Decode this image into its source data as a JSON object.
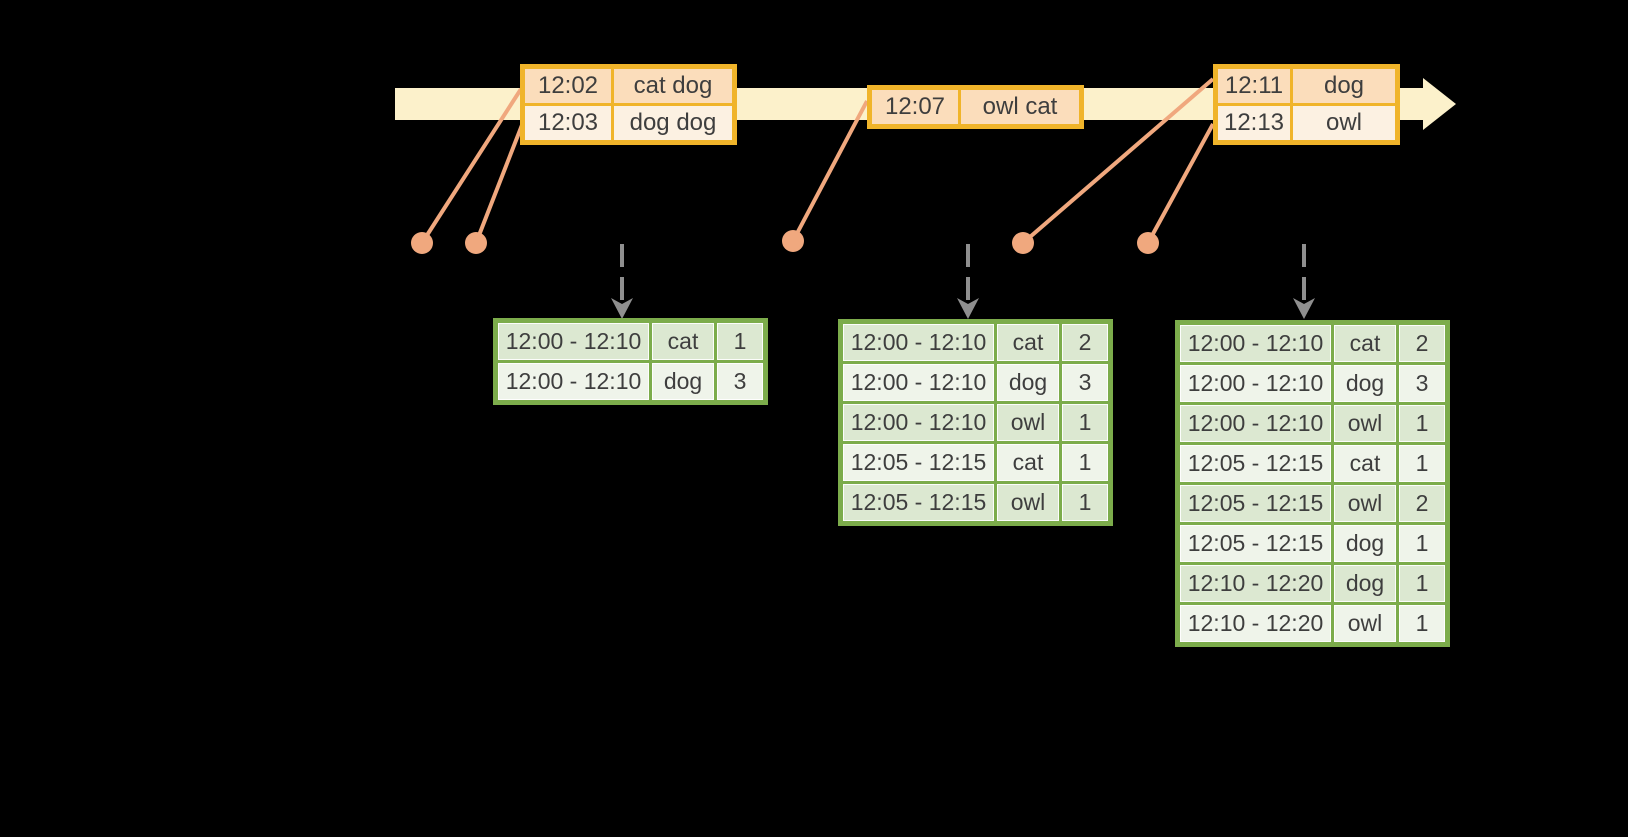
{
  "colors": {
    "background": "#000000",
    "timeline_band": "#FCF1CB",
    "event_box_border": "#F0B42A",
    "event_row_peach": "#FBDDBB",
    "event_row_cream": "#FCF1E2",
    "connector_salmon": "#F0A87E",
    "trigger_arrow_gray": "#8F8F8F",
    "result_border_green": "#7CAC4B",
    "result_row_dark": "#DCE8D1",
    "result_row_light": "#EFF4EA",
    "text": "#3E3E3E"
  },
  "timeline": {
    "event_boxes": [
      {
        "rows": [
          {
            "time": "12:02",
            "words": "cat dog"
          },
          {
            "time": "12:03",
            "words": "dog dog"
          }
        ]
      },
      {
        "rows": [
          {
            "time": "12:07",
            "words": "owl cat"
          }
        ]
      },
      {
        "rows": [
          {
            "time": "12:11",
            "words": "dog"
          },
          {
            "time": "12:13",
            "words": "owl"
          }
        ]
      }
    ]
  },
  "result_tables": [
    {
      "rows": [
        {
          "window": "12:00 - 12:10",
          "word": "cat",
          "count": "1"
        },
        {
          "window": "12:00 - 12:10",
          "word": "dog",
          "count": "3"
        }
      ]
    },
    {
      "rows": [
        {
          "window": "12:00 - 12:10",
          "word": "cat",
          "count": "2"
        },
        {
          "window": "12:00 - 12:10",
          "word": "dog",
          "count": "3"
        },
        {
          "window": "12:00 - 12:10",
          "word": "owl",
          "count": "1"
        },
        {
          "window": "12:05 - 12:15",
          "word": "cat",
          "count": "1"
        },
        {
          "window": "12:05 - 12:15",
          "word": "owl",
          "count": "1"
        }
      ]
    },
    {
      "rows": [
        {
          "window": "12:00 - 12:10",
          "word": "cat",
          "count": "2"
        },
        {
          "window": "12:00 - 12:10",
          "word": "dog",
          "count": "3"
        },
        {
          "window": "12:00 - 12:10",
          "word": "owl",
          "count": "1"
        },
        {
          "window": "12:05 - 12:15",
          "word": "cat",
          "count": "1"
        },
        {
          "window": "12:05 - 12:15",
          "word": "owl",
          "count": "2"
        },
        {
          "window": "12:05 - 12:15",
          "word": "dog",
          "count": "1"
        },
        {
          "window": "12:10 - 12:20",
          "word": "dog",
          "count": "1"
        },
        {
          "window": "12:10 - 12:20",
          "word": "owl",
          "count": "1"
        }
      ]
    }
  ]
}
